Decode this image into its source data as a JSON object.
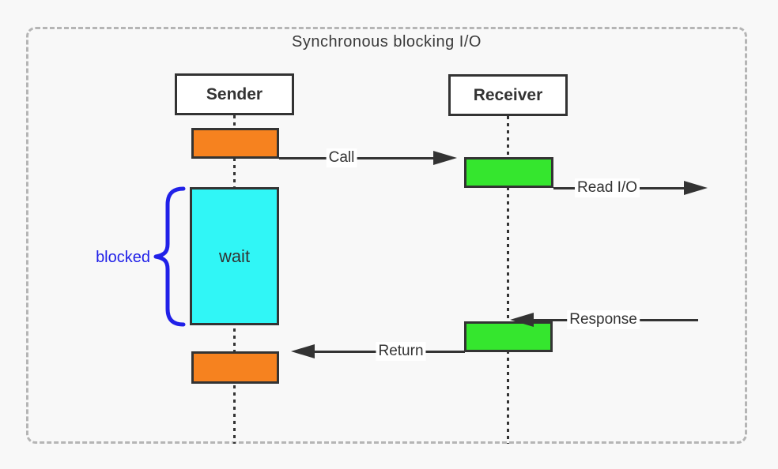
{
  "diagram": {
    "title": "Synchronous blocking I/O",
    "actors": [
      {
        "name": "Sender"
      },
      {
        "name": "Receiver"
      }
    ],
    "messages": [
      {
        "label": "Call",
        "direction": "right",
        "from": "Sender",
        "to": "Receiver"
      },
      {
        "label": "Read I/O",
        "direction": "right",
        "from": "Receiver",
        "to": "external"
      },
      {
        "label": "Response",
        "direction": "left",
        "from": "external",
        "to": "Receiver"
      },
      {
        "label": "Return",
        "direction": "left",
        "from": "Receiver",
        "to": "Sender"
      }
    ],
    "annotations": {
      "wait_label": "wait",
      "blocked_label": "blocked"
    },
    "colors": {
      "sender_activation": "#F6821F",
      "receiver_activation": "#35E62E",
      "wait_box": "#30F6F6",
      "blocked_blue": "#2121E8",
      "stroke": "#333333",
      "frame_dash": "#B5B5B5",
      "background": "#F8F8F8"
    }
  }
}
